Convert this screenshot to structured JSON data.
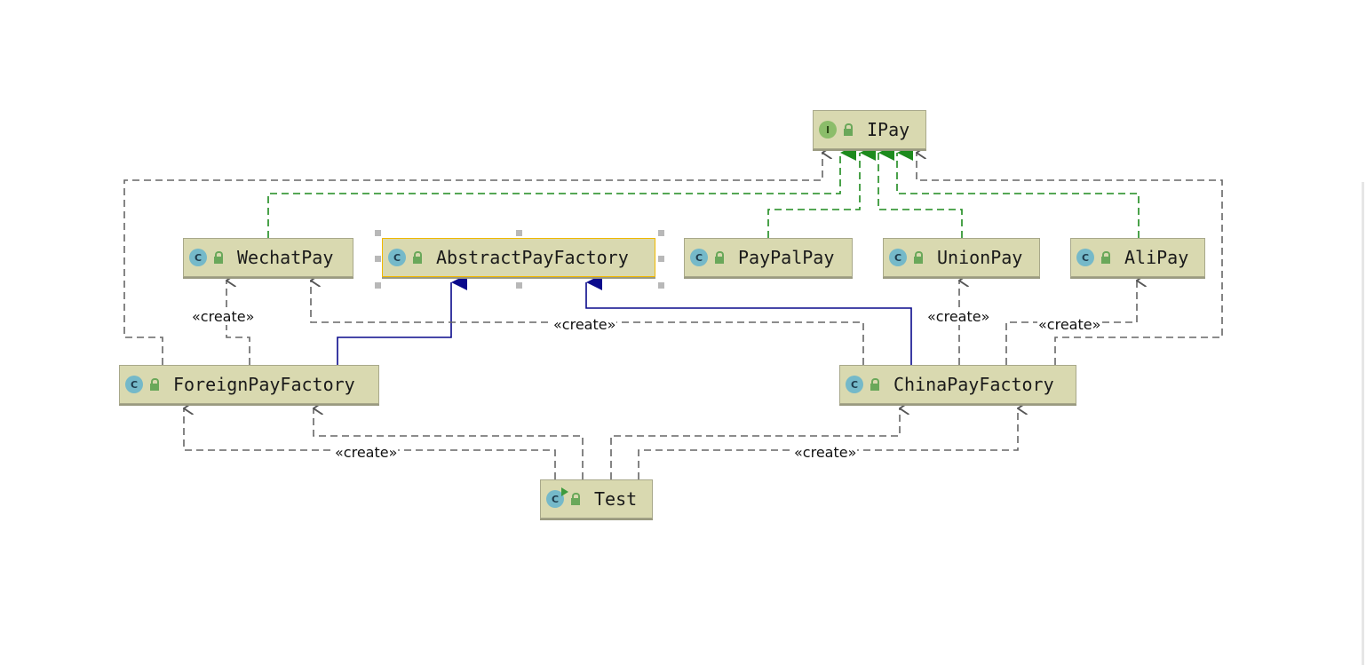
{
  "diagram": {
    "nodes": {
      "ipay": {
        "name": "IPay",
        "badge": "I"
      },
      "wechat": {
        "name": "WechatPay",
        "badge": "C"
      },
      "abstract": {
        "name": "AbstractPayFactory",
        "badge": "C"
      },
      "paypal": {
        "name": "PayPalPay",
        "badge": "C"
      },
      "union": {
        "name": "UnionPay",
        "badge": "C"
      },
      "ali": {
        "name": "AliPay",
        "badge": "C"
      },
      "foreign": {
        "name": "ForeignPayFactory",
        "badge": "C"
      },
      "china": {
        "name": "ChinaPayFactory",
        "badge": "C"
      },
      "test": {
        "name": "Test",
        "badge": "C"
      }
    },
    "labels": {
      "create_wechat": "«create»",
      "create_mid": "«create»",
      "create_union": "«create»",
      "create_ali": "«create»",
      "create_foreign": "«create»",
      "create_china": "«create»"
    },
    "colors": {
      "implements": "#1d8a1d",
      "extends": "#0a0a8c",
      "dependency": "#666666",
      "node_fill": "#d9d9b0",
      "selected_border": "#f0b800"
    }
  }
}
